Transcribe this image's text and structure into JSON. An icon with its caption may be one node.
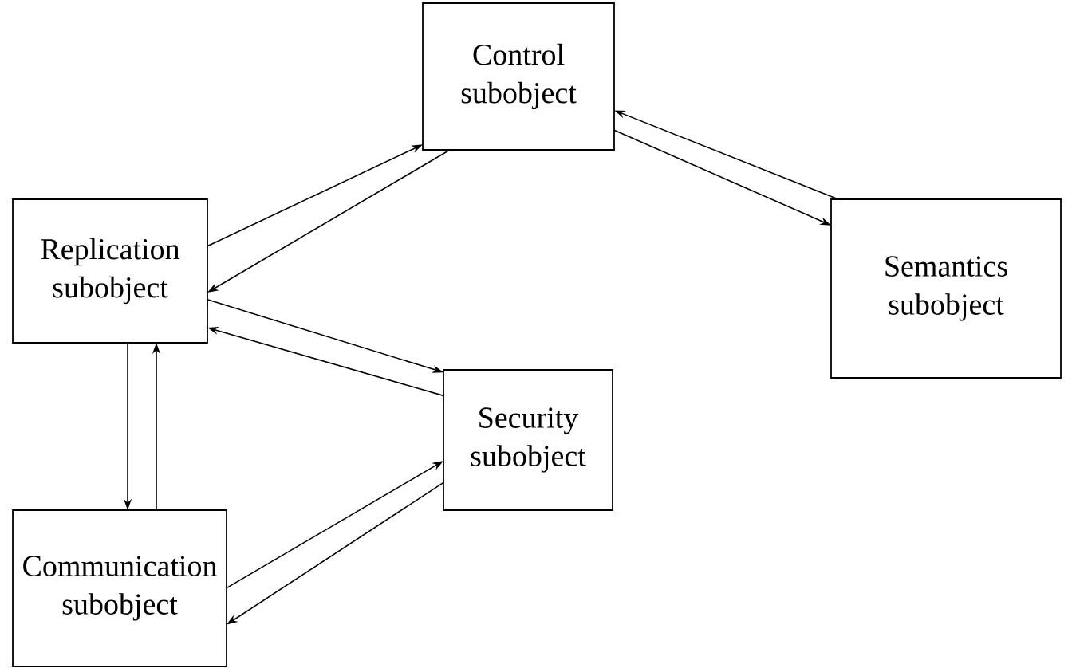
{
  "diagram": {
    "nodes": [
      {
        "text": [
          "Control subobject"
        ]
      },
      {
        "text": [
          "Replication subobject"
        ]
      },
      {
        "text": [
          "Semantics subobject"
        ]
      },
      {
        "text": [
          "Security subobject"
        ]
      },
      {
        "text": [
          "Communication subobject"
        ]
      }
    ],
    "edges": [
      {
        "from": 1,
        "to": 0,
        "arrow": "to"
      },
      {
        "from": 0,
        "to": 1,
        "arrow": "to"
      },
      {
        "from": 2,
        "to": 0,
        "arrow": "to"
      },
      {
        "from": 0,
        "to": 2,
        "arrow": "to"
      },
      {
        "from": 1,
        "to": 3,
        "arrow": "to"
      },
      {
        "from": 3,
        "to": 1,
        "arrow": "to"
      },
      {
        "from": 1,
        "to": 4,
        "arrow": "to"
      },
      {
        "from": 4,
        "to": 1,
        "arrow": "to"
      },
      {
        "from": 4,
        "to": 3,
        "arrow": "to"
      },
      {
        "from": 3,
        "to": 4,
        "arrow": "to"
      }
    ]
  }
}
